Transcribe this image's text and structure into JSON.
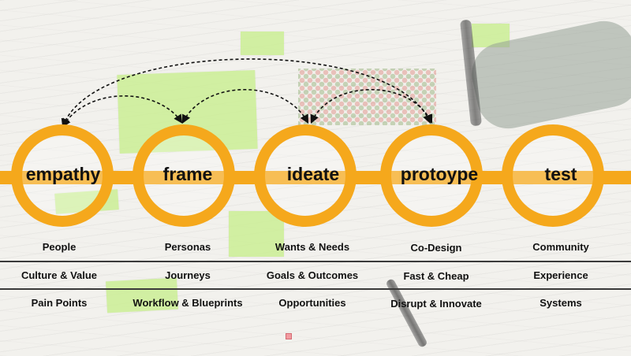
{
  "stages": [
    {
      "id": "empathy",
      "label": "empathy"
    },
    {
      "id": "frame",
      "label": "frame"
    },
    {
      "id": "ideate",
      "label": "ideate"
    },
    {
      "id": "prototype",
      "label": "protoype"
    },
    {
      "id": "test",
      "label": "test"
    }
  ],
  "rows": [
    [
      "People",
      "Personas",
      "Wants & Needs",
      "Co-Design",
      "Community"
    ],
    [
      "Culture & Value",
      "Journeys",
      "Goals & Outcomes",
      "Fast & Cheap",
      "Experience"
    ],
    [
      "Pain Points",
      "Workflow & Blueprints",
      "Opportunities",
      "Disrupt & Innovate",
      "Systems"
    ]
  ],
  "colors": {
    "ring": "#f5a81c",
    "sticky_note": "#ccef95",
    "text": "#111111"
  }
}
